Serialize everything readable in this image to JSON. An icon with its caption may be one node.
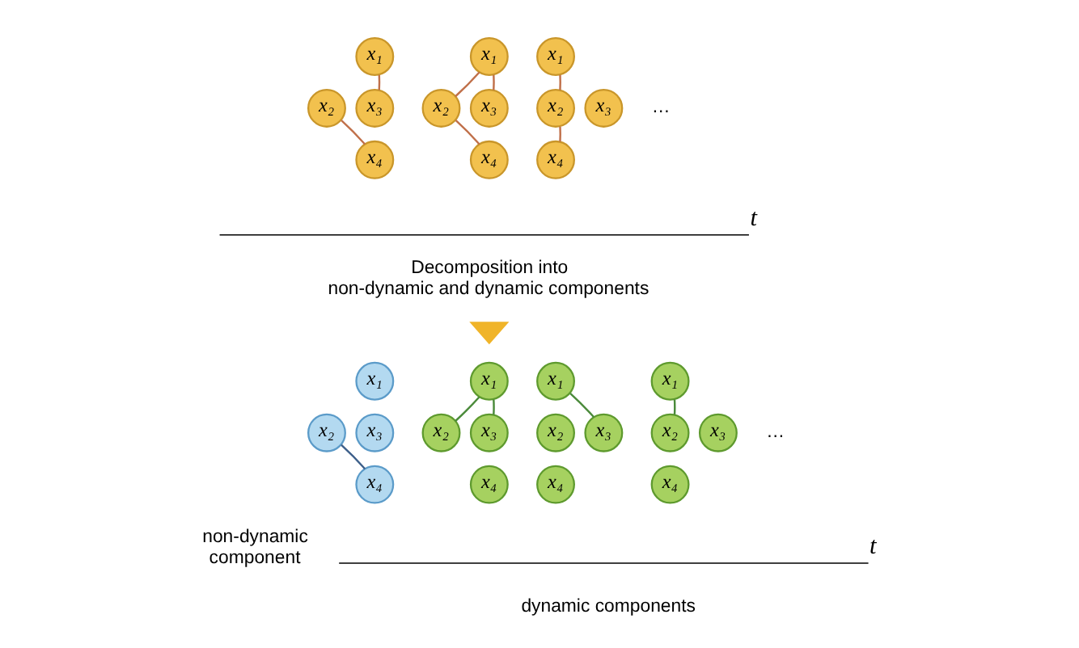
{
  "diagram": {
    "nodes": [
      {
        "text": [
          "x₁"
        ]
      },
      {
        "text": [
          "x₂"
        ]
      },
      {
        "text": [
          "x₃"
        ]
      },
      {
        "text": [
          "x₄"
        ]
      },
      {
        "text": [
          "x₁"
        ]
      },
      {
        "text": [
          "x₂"
        ]
      },
      {
        "text": [
          "x₃"
        ]
      },
      {
        "text": [
          "x₄"
        ]
      },
      {
        "text": [
          "x₁"
        ]
      },
      {
        "text": [
          "x₂"
        ]
      },
      {
        "text": [
          "x₃"
        ]
      },
      {
        "text": [
          "x₄"
        ]
      },
      {
        "text": [
          "x₁"
        ]
      },
      {
        "text": [
          "x₂"
        ]
      },
      {
        "text": [
          "x₃"
        ]
      },
      {
        "text": [
          "x₄"
        ]
      },
      {
        "text": [
          "x₁"
        ]
      },
      {
        "text": [
          "x₂"
        ]
      },
      {
        "text": [
          "x₃"
        ]
      },
      {
        "text": [
          "x₄"
        ]
      },
      {
        "text": [
          "x₁"
        ]
      },
      {
        "text": [
          "x₂"
        ]
      },
      {
        "text": [
          "x₃"
        ]
      },
      {
        "text": [
          "x₄"
        ]
      },
      {
        "text": [
          "x₁"
        ]
      },
      {
        "text": [
          "x₂"
        ]
      },
      {
        "text": [
          "x₃"
        ]
      },
      {
        "text": [
          "x₄"
        ]
      }
    ],
    "edges": [
      {
        "from": 0,
        "to": 2,
        "arrow": "none"
      },
      {
        "from": 1,
        "to": 3,
        "arrow": "none"
      },
      {
        "from": 4,
        "to": 5,
        "arrow": "none"
      },
      {
        "from": 4,
        "to": 6,
        "arrow": "none"
      },
      {
        "from": 5,
        "to": 7,
        "arrow": "none"
      },
      {
        "from": 8,
        "to": 9,
        "arrow": "none"
      },
      {
        "from": 9,
        "to": 11,
        "arrow": "none"
      },
      {
        "from": 13,
        "to": 15,
        "arrow": "none",
        "color": "#3d5f8a"
      },
      {
        "from": 16,
        "to": 18,
        "arrow": "none",
        "color": "#4a8a3a"
      },
      {
        "from": 20,
        "to": 21,
        "arrow": "none",
        "color": "#4a8a3a"
      },
      {
        "from": 20,
        "to": 22,
        "arrow": "none",
        "color": "#4a8a3a"
      },
      {
        "from": 24,
        "to": 25,
        "arrow": "none",
        "color": "#4a8a3a"
      }
    ],
    "labels": [
      "…",
      "t",
      "Decomposition into non-dynamic and dynamic components",
      "…",
      "t",
      "non-dynamic component",
      "dynamic components"
    ]
  }
}
